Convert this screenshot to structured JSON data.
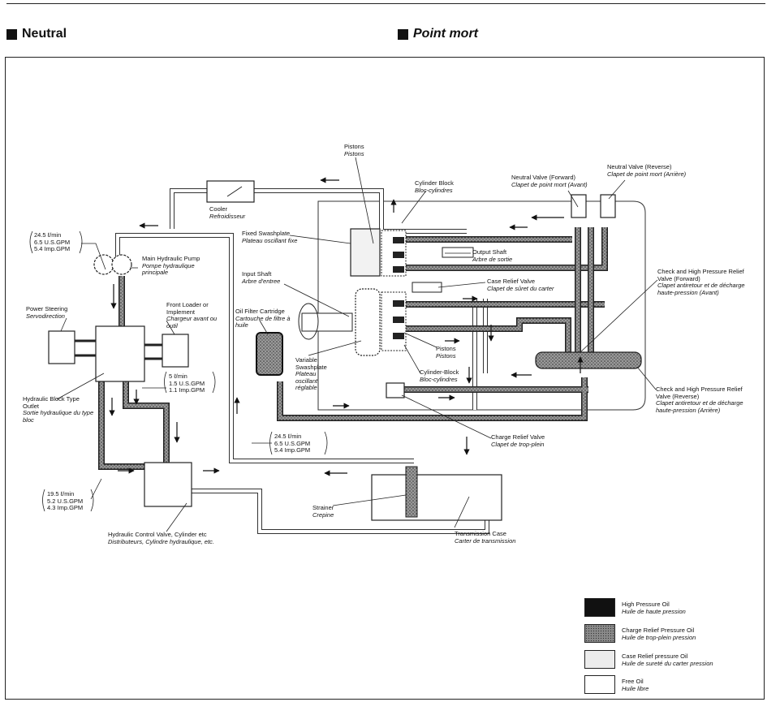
{
  "headings": {
    "left": "Neutral",
    "right": "Point mort"
  },
  "labels": {
    "pistons_top": {
      "en": "Pistons",
      "fr": "Pistons"
    },
    "cylinder_block_top": {
      "en": "Cylinder Block",
      "fr": "Bloc-cylindres"
    },
    "neutral_valve_forward": {
      "en": "Neutral Valve (Forward)",
      "fr": "Clapet de point mort (Avant)"
    },
    "neutral_valve_reverse": {
      "en": "Neutral Valve (Reverse)",
      "fr": "Clapet de point mort (Arrière)"
    },
    "cooler": {
      "en": "Cooler",
      "fr": "Refroidisseur"
    },
    "fixed_swashplate": {
      "en": "Fixed Swashplate",
      "fr": "Plateau oscillant fixe"
    },
    "output_shaft": {
      "en": "Output Shaft",
      "fr": "Arbre de sortie"
    },
    "case_relief_valve": {
      "en": "Case Relief Valve",
      "fr": "Clapet de sûret du carter"
    },
    "check_hp_forward": {
      "en": "Check and High Pressure Relief Valve (Forward)",
      "fr": "Clapet antiretour et de décharge haute-pression (Avant)"
    },
    "main_pump": {
      "en": "Main Hydraulic Pump",
      "fr": "Pompe hydraulique principale"
    },
    "input_shaft": {
      "en": "Input Shaft",
      "fr": "Arbre d'entree"
    },
    "front_loader": {
      "en": "Front Loader or Implement",
      "fr": "Chargeur avant ou outil"
    },
    "power_steering": {
      "en": "Power Steering",
      "fr": "Servodirection"
    },
    "oil_filter": {
      "en": "Oil Filter Cartridge",
      "fr": "Cartouche de filtre à huile"
    },
    "pistons_bottom": {
      "en": "Pistons",
      "fr": "Pistons"
    },
    "variable_swashplate": {
      "en": "Variable Swashplate",
      "fr": "Plateau oscillant réglable"
    },
    "cylinder_block_bottom": {
      "en": "Cylinder-Block",
      "fr": "Bloc-cylindres"
    },
    "check_hp_reverse": {
      "en": "Check and High Pressure Relief Valve (Reverse)",
      "fr": "Clapet antiretour et de décharge haute-pression (Arrière)"
    },
    "hydraulic_block": {
      "en": "Hydraulic Block Type Outlet",
      "fr": "Sortie hydraulique du type bloc"
    },
    "charge_relief_valve": {
      "en": "Charge Relief Valve",
      "fr": "Clapet de trop-plein"
    },
    "strainer": {
      "en": "Strainer",
      "fr": "Crepine"
    },
    "transmission_case": {
      "en": "Transmission Case",
      "fr": "Carter de transmission"
    },
    "control_valve": {
      "en": "Hydraulic Control Valve, Cylinder etc",
      "fr": "Distributeurs, Cylindre hydraulique, etc."
    }
  },
  "flows": {
    "main": [
      "24.5 ℓ/min",
      "6.5 U.S.GPM",
      "5.4 Imp.GPM"
    ],
    "loader": [
      "5 ℓ/min",
      "1.5 U.S.GPM",
      "1.1 Imp.GPM"
    ],
    "filter": [
      "24.5 ℓ/min",
      "6.5 U.S.GPM",
      "5.4 Imp.GPM"
    ],
    "control": [
      "19.5 ℓ/min",
      "5.2 U.S.GPM",
      "4.3 Imp.GPM"
    ]
  },
  "legend": [
    {
      "en": "High Pressure Oil",
      "fr": "Huile de haute pression",
      "fill": "#111111"
    },
    {
      "en": "Charge Relief Pressure Oil",
      "fr": "Huile de trop-plein pression",
      "fill": "#7a7a7a"
    },
    {
      "en": "Case Relief pressure Oil",
      "fr": "Huile de sureté du carter pression",
      "fill": "#e6e6e6"
    },
    {
      "en": "Free Oil",
      "fr": "Huile libre",
      "fill": "#ffffff"
    }
  ]
}
